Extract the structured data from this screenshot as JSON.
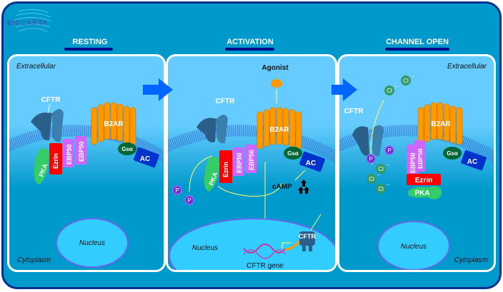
{
  "brand": {
    "logo_text": "BIOCARTA"
  },
  "stages": [
    {
      "title": "RESTING",
      "region_top": "Extracellular",
      "region_bottom": "Cytoplasm",
      "proteins": {
        "channel": "CFTR",
        "receptor": "B2AR",
        "g_protein": "Gsα",
        "cyclase": "AC",
        "scaffold": [
          "EBP50",
          "EBP50"
        ],
        "anchor": "Ezrin",
        "kinase": "PKA"
      },
      "nucleus": "Nucleus"
    },
    {
      "title": "ACTIVATION",
      "ligand": "Agonist",
      "proteins": {
        "channel": "CFTR",
        "receptor": "B2AR",
        "g_protein": "Gsα",
        "cyclase": "AC",
        "scaffold": [
          "EBP50",
          "EBP50"
        ],
        "anchor": "Ezrin",
        "kinase": "PKA"
      },
      "second_messenger": "cAMP",
      "phosphate": "P",
      "nucleus": "Nucleus",
      "gene": "CFTR gene",
      "new_channel": "CFTR"
    },
    {
      "title": "CHANNEL OPEN",
      "region_top": "Extracellular",
      "region_bottom": "Cytoplasm",
      "proteins": {
        "channel": "CFTR",
        "receptor": "B2AR",
        "g_protein": "Gsα",
        "cyclase": "AC",
        "scaffold": [
          "EBP50",
          "EBP50"
        ],
        "anchor": "Ezrin",
        "kinase": "PKA"
      },
      "phosphate": "P",
      "ion": "Cl",
      "ion_charge": "−",
      "nucleus": "Nucleus"
    }
  ],
  "colors": {
    "frame": "#0a2f8f",
    "background": "#0099cc",
    "extracellular": "#66ccff",
    "nucleus": "#33ccff",
    "b2ar": "#ff9900",
    "ezrin": "#ff0000",
    "ebp50": "#cc66ff",
    "pka": "#33cc66",
    "gs": "#006633",
    "ac": "#0033cc",
    "arrow": "#0066ff",
    "phosphate": "#6633cc",
    "signal": "#ffff66"
  }
}
